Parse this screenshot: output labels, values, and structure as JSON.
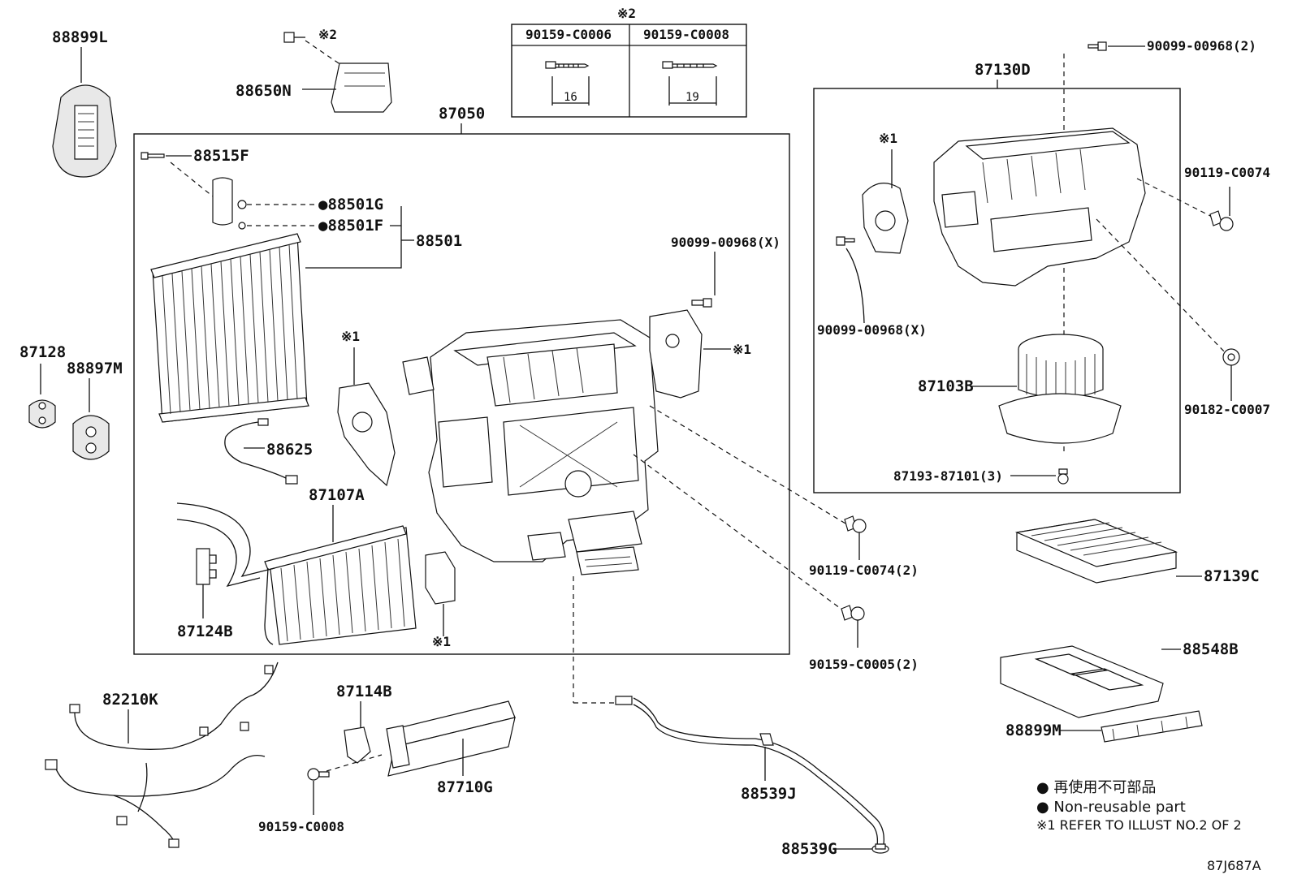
{
  "labels": {
    "p88899L": "88899L",
    "p88650N": "88650N",
    "note2_top": "※2",
    "note2_screw": "※2",
    "table_col1": "90159-C0006",
    "table_col2": "90159-C0008",
    "dim16": "16",
    "dim19": "19",
    "p87050": "87050",
    "p88515F": "88515F",
    "p88501G": "●88501G",
    "p88501F": "●88501F",
    "p88501": "88501",
    "p90099_X_mid": "90099-00968(X)",
    "note1_a": "※1",
    "note1_b": "※1",
    "note1_c": "※1",
    "note1_d": "※1",
    "p87128": "87128",
    "p88897M": "88897M",
    "p88625": "88625",
    "p87107A": "87107A",
    "p87124B": "87124B",
    "p87130D": "87130D",
    "p90099_2": "90099-00968(2)",
    "p90119_C0074": "90119-C0074",
    "p90099_X_right": "90099-00968(X)",
    "p87103B": "87103B",
    "p90182": "90182-C0007",
    "p87193": "87193-87101(3)",
    "p90119_2": "90119-C0074(2)",
    "p90159_C0005": "90159-C0005(2)",
    "p87139C": "87139C",
    "p88548B": "88548B",
    "p88899M": "88899M",
    "p82210K": "82210K",
    "p87114B": "87114B",
    "p87710G": "87710G",
    "p90159_C0008": "90159-C0008",
    "p88539J": "88539J",
    "p88539G": "88539G"
  },
  "legend": {
    "line1": "● 再使用不可部品",
    "line2": "● Non-reusable part",
    "line3": "※1 REFER TO ILLUST NO.2 OF 2"
  },
  "diagram_code": "87J687A"
}
